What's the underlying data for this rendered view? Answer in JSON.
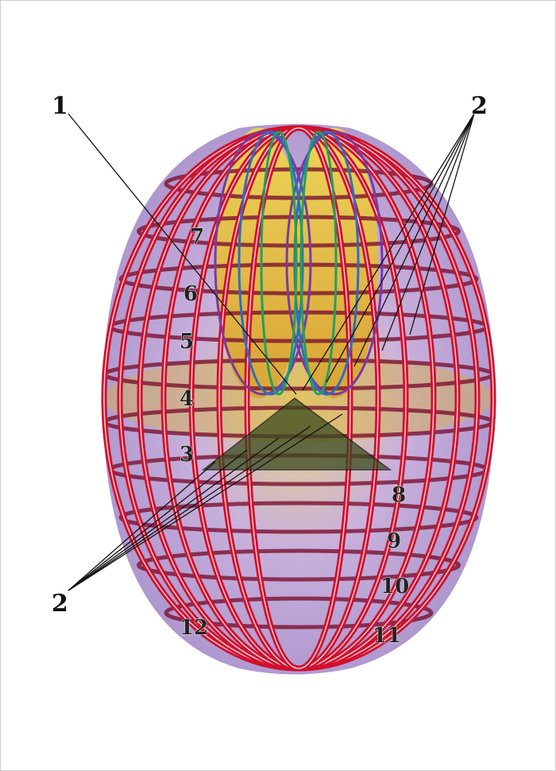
{
  "labels": {
    "l1": "1",
    "l2_top": "2",
    "l2_bottom": "2",
    "l3": "3",
    "l4": "4",
    "l5": "5",
    "l6": "6",
    "l7": "7",
    "l8": "8",
    "l9": "9",
    "l10": "10",
    "l11": "11",
    "l12": "12"
  },
  "colors": {
    "ring": "#d0102e",
    "body": "#b8a6d8",
    "core": "#f0c828",
    "leader": "#111111"
  }
}
